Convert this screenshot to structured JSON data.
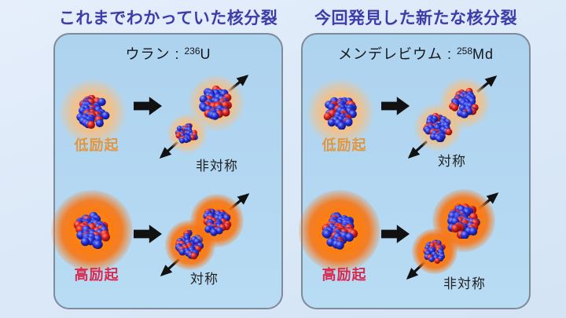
{
  "figure": {
    "description_left": "known fission",
    "description_right": "new fission"
  },
  "panels": [
    {
      "title": "これまでわかっていた核分裂",
      "isotope": {
        "name_label": "ウラン :",
        "mass_number": "236",
        "symbol": "U"
      },
      "rows": [
        {
          "excitation_label": "低励起",
          "excitation_level": "low",
          "result_label": "非対称",
          "split_type": "asymmetric"
        },
        {
          "excitation_label": "高励起",
          "excitation_level": "high",
          "result_label": "対称",
          "split_type": "symmetric"
        }
      ]
    },
    {
      "title": "今回発見した新たな核分裂",
      "isotope": {
        "name_label": "メンデレビウム :",
        "mass_number": "258",
        "symbol": "Md"
      },
      "rows": [
        {
          "excitation_label": "低励起",
          "excitation_level": "low",
          "result_label": "対称",
          "split_type": "symmetric"
        },
        {
          "excitation_label": "高励起",
          "excitation_level": "high",
          "result_label": "非対称",
          "split_type": "asymmetric"
        }
      ]
    }
  ],
  "colors": {
    "background": "#dde9f7",
    "panel_fill": "#b2d6f0",
    "panel_border": "#7e8b99",
    "title_text": "#3c3caa",
    "low_excitation_text": "#e2973f",
    "high_excitation_text": "#d92b50",
    "result_text": "#222222",
    "nucleon_blue": "#2633d9",
    "nucleon_red": "#d42222",
    "glow_low": "#f2c187",
    "glow_high": "#f97b16",
    "arrow_black": "#111111"
  },
  "icons": {
    "fission_arrow": "➡",
    "recoil_arrow_up": "↗",
    "recoil_arrow_down": "↙"
  }
}
